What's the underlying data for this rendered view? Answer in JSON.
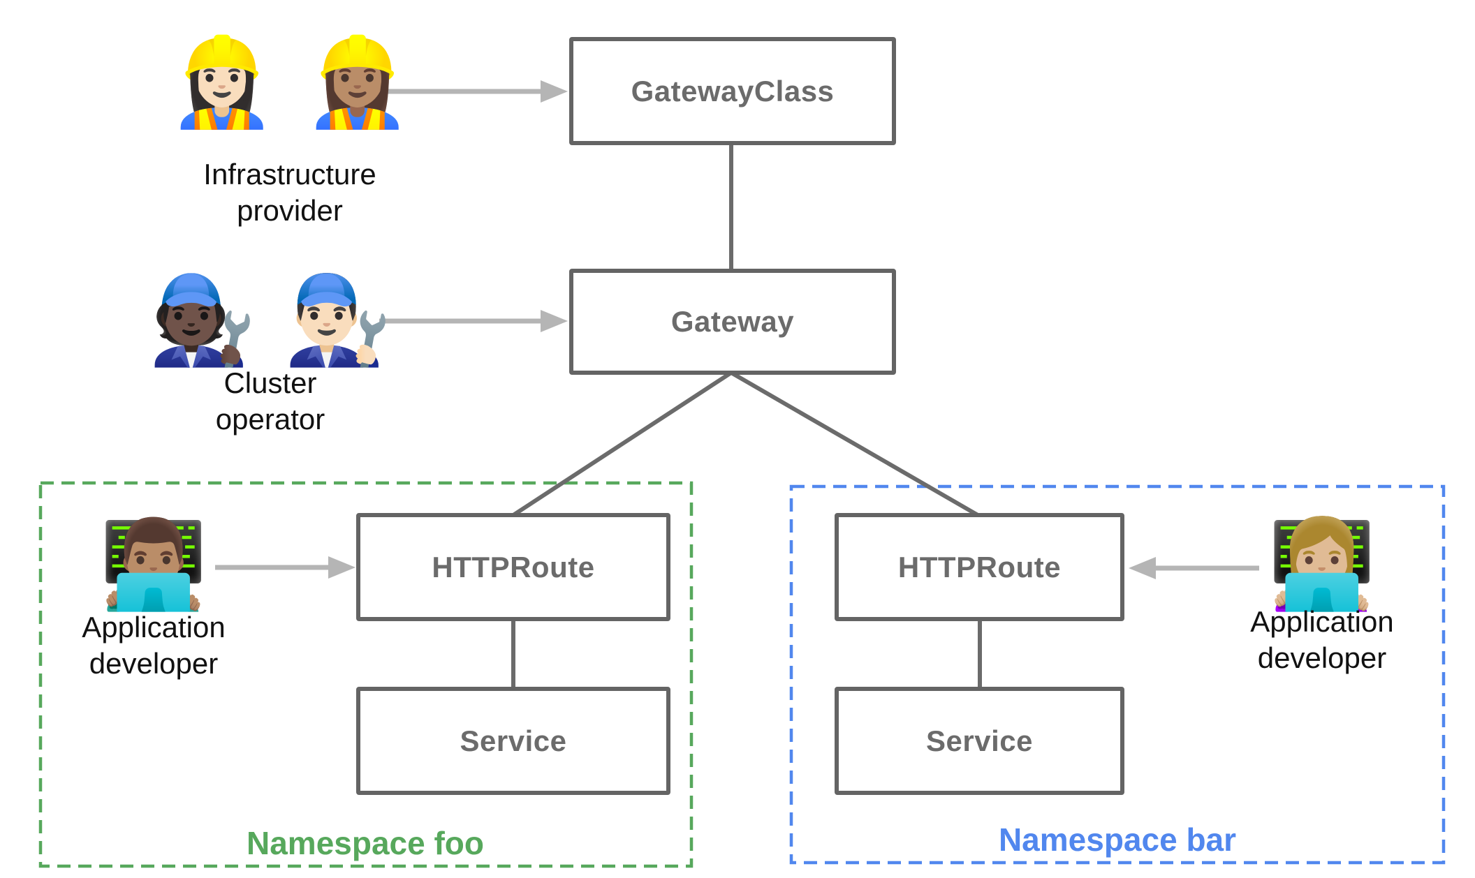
{
  "colors": {
    "background": "#ffffff",
    "box_border": "#646464",
    "box_label": "#6b6b6b",
    "connector": "#6b6b6b",
    "arrow": "#b5b5b5",
    "persona_label": "#111111",
    "namespace_foo_accent": "#57a85c",
    "namespace_bar_accent": "#5187ee"
  },
  "boxes": {
    "gateway_class": {
      "label": "GatewayClass"
    },
    "gateway": {
      "label": "Gateway"
    },
    "httproute_foo": {
      "label": "HTTPRoute"
    },
    "service_foo": {
      "label": "Service"
    },
    "httproute_bar": {
      "label": "HTTPRoute"
    },
    "service_bar": {
      "label": "Service"
    }
  },
  "personas": {
    "infrastructure_provider": {
      "emojis": "👷🏻‍♀️ 👷🏽‍♀️",
      "label_line1": "Infrastructure",
      "label_line2": "provider"
    },
    "cluster_operator": {
      "emojis": "🧑🏿‍🔧 👨🏻‍🔧",
      "label_line1": "Cluster",
      "label_line2": "operator"
    },
    "app_developer_foo": {
      "emojis": "👨🏽‍💻",
      "label_line1": "Application",
      "label_line2": "developer"
    },
    "app_developer_bar": {
      "emojis": "👩🏼‍💻",
      "label_line1": "Application",
      "label_line2": "developer"
    }
  },
  "namespaces": {
    "foo": {
      "label": "Namespace foo"
    },
    "bar": {
      "label": "Namespace bar"
    }
  }
}
